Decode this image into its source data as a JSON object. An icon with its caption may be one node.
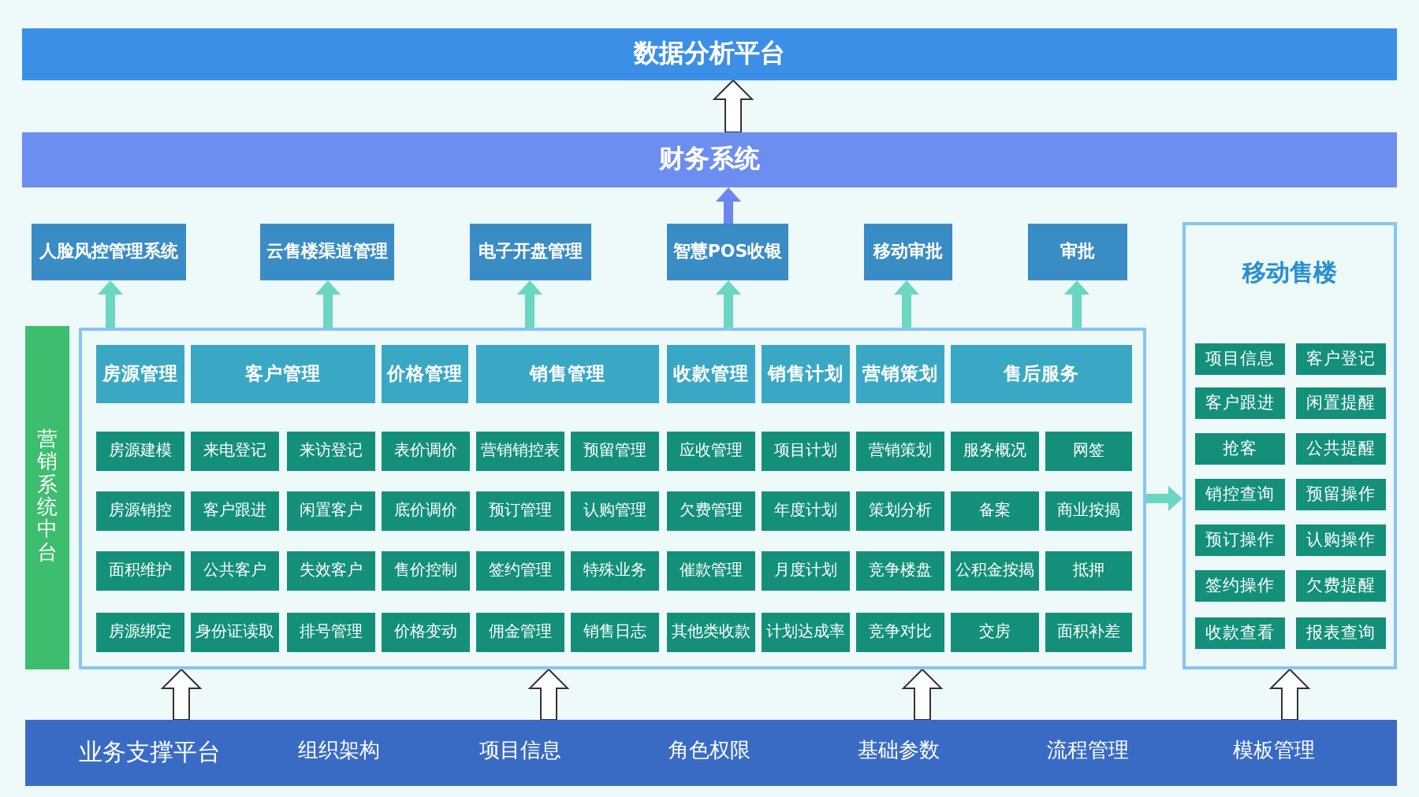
{
  "diagram": {
    "nodes": [
      {
        "text": [
          "数据分析平台"
        ]
      },
      {
        "text": [
          "财务系统"
        ]
      },
      {
        "text": [
          "人脸风控管理系统"
        ]
      },
      {
        "text": [
          "云售楼渠道管理"
        ]
      },
      {
        "text": [
          "电子开盘管理"
        ]
      },
      {
        "text": [
          "智慧POS收银"
        ]
      },
      {
        "text": [
          "移动审批"
        ]
      },
      {
        "text": [
          "审批"
        ]
      },
      {
        "text": [
          "营销系统中台"
        ]
      },
      {
        "text": [],
        "shape": "box"
      },
      {
        "text": [
          "房源管理"
        ],
        "in": 9
      },
      {
        "text": [
          "客户管理"
        ],
        "in": 9
      },
      {
        "text": [
          "价格管理"
        ],
        "in": 9
      },
      {
        "text": [
          "销售管理"
        ],
        "in": 9
      },
      {
        "text": [
          "收款管理"
        ],
        "in": 9
      },
      {
        "text": [
          "销售计划"
        ],
        "in": 9
      },
      {
        "text": [
          "营销策划"
        ],
        "in": 9
      },
      {
        "text": [
          "售后服务"
        ],
        "in": 9
      },
      {
        "text": [
          "房源建模"
        ],
        "in": 9
      },
      {
        "text": [
          "来电登记"
        ],
        "in": 9
      },
      {
        "text": [
          "来访登记"
        ],
        "in": 9
      },
      {
        "text": [
          "表价调价"
        ],
        "in": 9
      },
      {
        "text": [
          "营销销控表"
        ],
        "in": 9
      },
      {
        "text": [
          "预留管理"
        ],
        "in": 9
      },
      {
        "text": [
          "应收管理"
        ],
        "in": 9
      },
      {
        "text": [
          "项目计划"
        ],
        "in": 9
      },
      {
        "text": [
          "营销策划"
        ],
        "in": 9
      },
      {
        "text": [
          "服务概况"
        ],
        "in": 9
      },
      {
        "text": [
          "网签"
        ],
        "in": 9
      },
      {
        "text": [
          "房源销控"
        ],
        "in": 9
      },
      {
        "text": [
          "客户跟进"
        ],
        "in": 9
      },
      {
        "text": [
          "闲置客户"
        ],
        "in": 9
      },
      {
        "text": [
          "底价调价"
        ],
        "in": 9
      },
      {
        "text": [
          "预订管理"
        ],
        "in": 9
      },
      {
        "text": [
          "认购管理"
        ],
        "in": 9
      },
      {
        "text": [
          "欠费管理"
        ],
        "in": 9
      },
      {
        "text": [
          "年度计划"
        ],
        "in": 9
      },
      {
        "text": [
          "策划分析"
        ],
        "in": 9
      },
      {
        "text": [
          "备案"
        ],
        "in": 9
      },
      {
        "text": [
          "商业按揭"
        ],
        "in": 9
      },
      {
        "text": [
          "面积维护"
        ],
        "in": 9
      },
      {
        "text": [
          "公共客户"
        ],
        "in": 9
      },
      {
        "text": [
          "失效客户"
        ],
        "in": 9
      },
      {
        "text": [
          "售价控制"
        ],
        "in": 9
      },
      {
        "text": [
          "签约管理"
        ],
        "in": 9
      },
      {
        "text": [
          "特殊业务"
        ],
        "in": 9
      },
      {
        "text": [
          "催款管理"
        ],
        "in": 9
      },
      {
        "text": [
          "月度计划"
        ],
        "in": 9
      },
      {
        "text": [
          "竞争楼盘"
        ],
        "in": 9
      },
      {
        "text": [
          "公积金按揭"
        ],
        "in": 9
      },
      {
        "text": [
          "抵押"
        ],
        "in": 9
      },
      {
        "text": [
          "房源绑定"
        ],
        "in": 9
      },
      {
        "text": [
          "身份证读取"
        ],
        "in": 9
      },
      {
        "text": [
          "排号管理"
        ],
        "in": 9
      },
      {
        "text": [
          "价格变动"
        ],
        "in": 9
      },
      {
        "text": [
          "佣金管理"
        ],
        "in": 9
      },
      {
        "text": [
          "销售日志"
        ],
        "in": 9
      },
      {
        "text": [
          "其他类收款"
        ],
        "in": 9
      },
      {
        "text": [
          "计划达成率"
        ],
        "in": 9
      },
      {
        "text": [
          "竞争对比"
        ],
        "in": 9
      },
      {
        "text": [
          "交房"
        ],
        "in": 9
      },
      {
        "text": [
          "面积补差"
        ],
        "in": 9
      },
      {
        "text": [
          "移动售楼"
        ]
      },
      {
        "text": [
          "项目信息"
        ],
        "in": 62
      },
      {
        "text": [
          "客户登记"
        ],
        "in": 62
      },
      {
        "text": [
          "客户跟进"
        ],
        "in": 62
      },
      {
        "text": [
          "闲置提醒"
        ],
        "in": 62
      },
      {
        "text": [
          "抢客"
        ],
        "in": 62
      },
      {
        "text": [
          "公共提醒"
        ],
        "in": 62
      },
      {
        "text": [
          "销控查询"
        ],
        "in": 62
      },
      {
        "text": [
          "预留操作"
        ],
        "in": 62
      },
      {
        "text": [
          "预订操作"
        ],
        "in": 62
      },
      {
        "text": [
          "认购操作"
        ],
        "in": 62
      },
      {
        "text": [
          "签约操作"
        ],
        "in": 62
      },
      {
        "text": [
          "欠费提醒"
        ],
        "in": 62
      },
      {
        "text": [
          "收款查看"
        ],
        "in": 62
      },
      {
        "text": [
          "报表查询"
        ],
        "in": 62
      },
      {
        "text": [
          "业务支撑平台",
          "组织架构",
          "项目信息",
          "角色权限",
          "基础参数",
          "流程管理",
          "模板管理"
        ]
      }
    ],
    "edges": [
      {
        "from": 1,
        "to": 0,
        "arrow": "to",
        "color": "#333333"
      },
      {
        "from": 5,
        "to": 1,
        "arrow": "to",
        "color": "#6b86f0"
      },
      {
        "from": 9,
        "to": 2,
        "arrow": "to"
      },
      {
        "from": 9,
        "to": 3,
        "arrow": "to"
      },
      {
        "from": 9,
        "to": 4,
        "arrow": "to"
      },
      {
        "from": 9,
        "to": 5,
        "arrow": "to"
      },
      {
        "from": 9,
        "to": 6,
        "arrow": "to"
      },
      {
        "from": 9,
        "to": 7,
        "arrow": "to"
      },
      {
        "from": 9,
        "to": 62,
        "arrow": "to"
      },
      {
        "from": 77,
        "to": 9,
        "arrow": "to",
        "color": "#333333"
      },
      {
        "from": 77,
        "to": 9,
        "arrow": "to",
        "color": "#333333"
      },
      {
        "from": 77,
        "to": 9,
        "arrow": "to",
        "color": "#333333"
      },
      {
        "from": 77,
        "to": 62,
        "arrow": "to",
        "color": "#333333"
      }
    ]
  }
}
